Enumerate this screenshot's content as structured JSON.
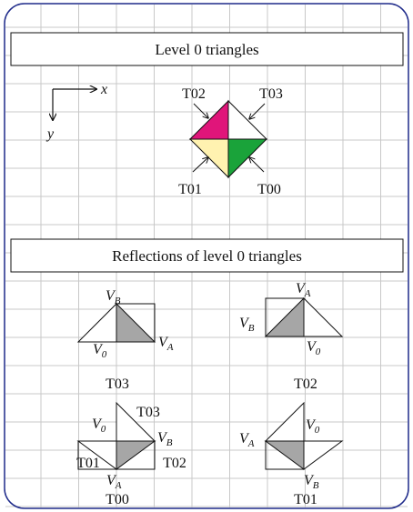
{
  "panel_top": {
    "title": "Level 0 triangles"
  },
  "panel_bottom": {
    "title": "Reflections of level 0 triangles"
  },
  "axes": {
    "x": "x",
    "y": "y"
  },
  "level0_labels": {
    "t02": "T02",
    "t03": "T03",
    "t01": "T01",
    "t00": "T00"
  },
  "colors": {
    "grid": "#c8c8c8",
    "frame": "#1e2a8a",
    "t02": "#e0157a",
    "t03": "#ffffff",
    "t01": "#fff2b0",
    "t00": "#1aa33a",
    "reflection_fill": "#a6a6a6"
  },
  "reflections": {
    "r1": {
      "vb": "V",
      "vb_sub": "B",
      "v0": "V",
      "v0_sub": "0",
      "va": "V",
      "va_sub": "A",
      "name": "T03"
    },
    "r2": {
      "va": "V",
      "va_sub": "A",
      "vb": "V",
      "vb_sub": "B",
      "v0": "V",
      "v0_sub": "0",
      "name": "T02"
    },
    "r3": {
      "t03": "T03",
      "v0": "V",
      "v0_sub": "0",
      "vb": "V",
      "vb_sub": "B",
      "t01": "T01",
      "t02": "T02",
      "va": "V",
      "va_sub": "A",
      "name": "T00"
    },
    "r4": {
      "v0": "V",
      "v0_sub": "0",
      "va": "V",
      "va_sub": "A",
      "vb": "V",
      "vb_sub": "B",
      "name": "T01"
    }
  }
}
